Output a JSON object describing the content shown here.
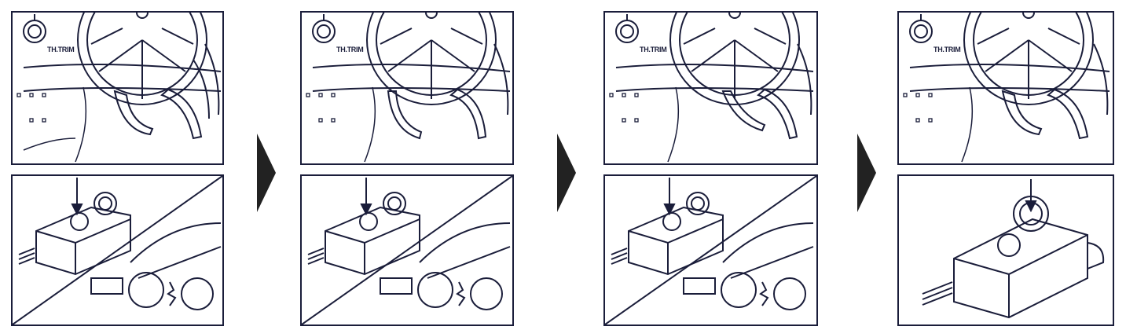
{
  "steps": [
    {
      "top": {
        "trim_label": "TH.TRIM"
      }
    },
    {
      "top": {
        "trim_label": "TH.TRIM"
      }
    },
    {
      "top": {
        "trim_label": "TH.TRIM"
      }
    },
    {
      "top": {
        "trim_label": "TH.TRIM"
      }
    }
  ],
  "colors": {
    "ink": "#1a1d3a",
    "arrow_fill": "#222222"
  },
  "icons": [
    "trim-knob-icon",
    "steering-wheel-icon",
    "throttle-trigger-icon",
    "esc-module-icon",
    "press-arrow-icon",
    "led-flash-icon",
    "next-step-arrow-icon"
  ]
}
